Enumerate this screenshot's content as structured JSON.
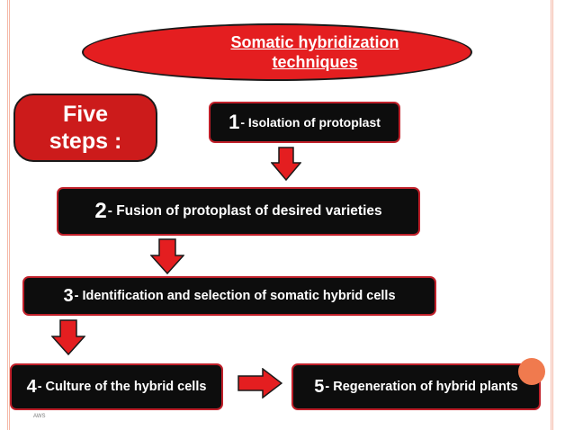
{
  "title": {
    "line1": "Somatic hybridization",
    "line2": "techniques"
  },
  "intro": {
    "line1": "Five",
    "line2": "steps :"
  },
  "steps": [
    {
      "num": "1",
      "text": "- Isolation of protoplast"
    },
    {
      "num": "2",
      "text": "- Fusion of protoplast of desired varieties"
    },
    {
      "num": "3",
      "text": "- Identification and selection of somatic hybrid cells"
    },
    {
      "num": "4",
      "text": "- Culture of the hybrid cells"
    },
    {
      "num": "5",
      "text": "- Regeneration of hybrid plants"
    }
  ],
  "footer": {
    "note": "AWS"
  },
  "colors": {
    "accent_red": "#e41e20",
    "box_dark": "#0d0d0d",
    "edge_line": "#f4b9a8",
    "corner_orange": "#f07a4e"
  }
}
